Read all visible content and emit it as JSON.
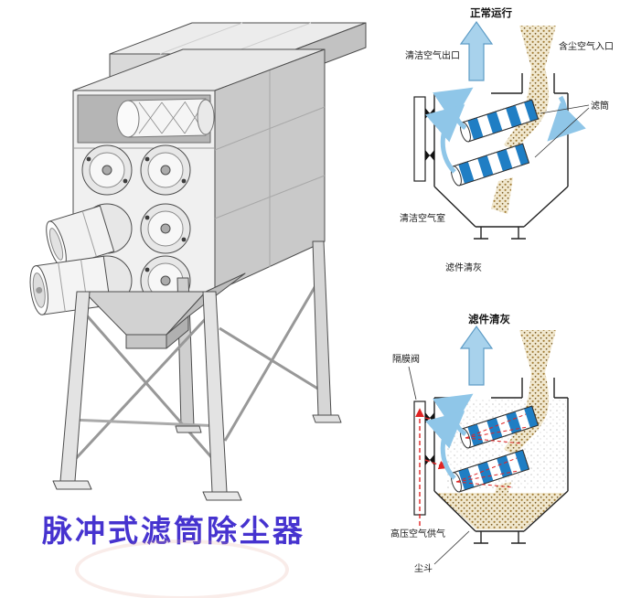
{
  "title": "脉冲式滤筒除尘器",
  "colors": {
    "title_blue": "#4633cf",
    "cartridge_blue": "#1f7ec4",
    "air_arrow_blue": "#a8d2ec",
    "dust_brown": "#a07a32",
    "pulse_red": "#e02424"
  },
  "diagram_normal": {
    "title": "正常运行",
    "labels": {
      "clean_air_outlet": "清洁空气出口",
      "dusty_air_inlet": "含尘空气入口",
      "filter_cartridge": "滤筒",
      "clean_air_chamber": "清洁空气室",
      "filter_cleaning": "滤件清灰"
    }
  },
  "diagram_cleaning": {
    "title": "滤件清灰",
    "labels": {
      "diaphragm_valve": "隔膜阀",
      "high_pressure_air_supply": "高压空气供气",
      "dust_hopper": "尘斗"
    }
  }
}
